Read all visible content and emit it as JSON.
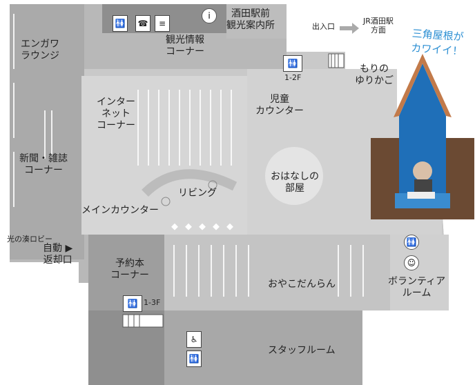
{
  "map": {
    "areas": {
      "engawa_lounge": "エンガワ\nラウンジ",
      "sakata_info": "酒田駅前\n観光案内所",
      "tourist_corner": "観光情報\nコーナー",
      "internet_corner": "インター\nネット\nコーナー",
      "newspaper_corner": "新聞・雑誌\nコーナー",
      "living": "リビング",
      "main_counter": "メインカウンター",
      "children_counter": "児童\nカウンター",
      "story_room": "おはなしの\n部屋",
      "morino_yurikago": "もりの\nゆりかご",
      "oyako_danran": "おやこだんらん",
      "reserve_corner": "予約本\nコーナー",
      "volunteer_room": "ボランティア\nルーム",
      "staff_room": "スタッフルーム",
      "return_slot": "自動 ▶\n返却口",
      "hikari_lobby": "光の湊ロビー"
    },
    "entrance_label": "出入口",
    "jr_label": "JR酒田駅\n方面",
    "stairs_1_2f": "1-2F",
    "stairs_1_3f": "1-3F",
    "photo_caption": "三角屋根が\nカワイイ！"
  },
  "icons": [
    "restroom-icon",
    "phone-icon",
    "info-icon",
    "elevator-icon",
    "accessible-toilet-icon",
    "baby-care-icon"
  ]
}
